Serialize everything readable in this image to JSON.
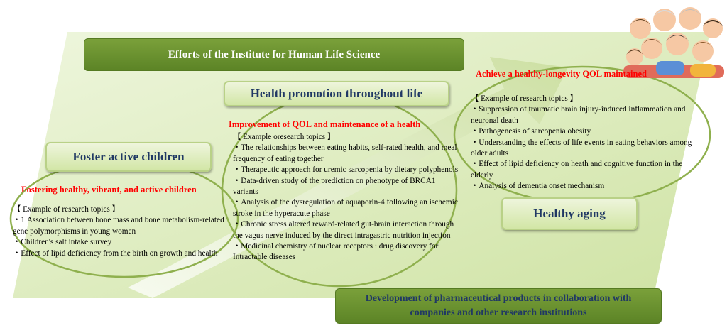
{
  "banner_title": "Efforts of the Institute for Human Life Science",
  "stage_labels": {
    "children": "Foster active children",
    "life": "Health promotion throughout life",
    "aging": "Healthy aging"
  },
  "children": {
    "heading": "Fostering healthy, vibrant, and active children",
    "topics_header": "【 Example of research topics 】",
    "topics": [
      "・1  Association between bone mass and bone metabolism-related gene polymorphisms in young women",
      "・Children's salt intake survey",
      "・Effect of lipid deficiency from the birth  on growth and health"
    ]
  },
  "life": {
    "heading": "Improvement of QOL and maintenance of a health",
    "topics_header": "【 Example oresearch topics 】",
    "topics": [
      "・The relationships between eating habits, self-rated health, and meal frequency of eating together",
      "・Therapeutic approach for uremic sarcopenia by dietary polyphenols",
      "・Data-driven study of the prediction on phenotype of BRCA1 variants",
      "・Analysis of the dysregulation of aquaporin-4 following an ischemic stroke in the hyperacute phase",
      "・Chronic stress altered reward-related gut-brain interaction through the vagus nerve induced by the direct intragastric nutrition injection",
      "・Medicinal chemistry of nuclear receptors : drug discovery for Intractable diseases"
    ]
  },
  "aging": {
    "heading": "Achieve a healthy-longevity QOL maintained",
    "topics_header": "【 Example of research topics 】",
    "topics": [
      "・Suppression of traumatic brain injury-induced inflammation and neuronal death",
      "・Pathogenesis of sarcopenia obesity",
      "・Understanding the effects of life events in eating behaviors among older adults",
      "・Effect of lipid deficiency on heath and cognitive function in the elderly",
      "・Analysis of dementia onset mechanism"
    ]
  },
  "footer_text": "Development of pharmaceutical products in collaboration with companies and other research institutions",
  "colors": {
    "banner_green": "#6b9130",
    "light_green": "#e2efc2",
    "red": "#ff0000",
    "navy": "#203864",
    "arrow_fill": "#d5e5b2",
    "ellipse_stroke": "#8fb04e"
  },
  "icons": [
    "people-crowd-illustration"
  ]
}
